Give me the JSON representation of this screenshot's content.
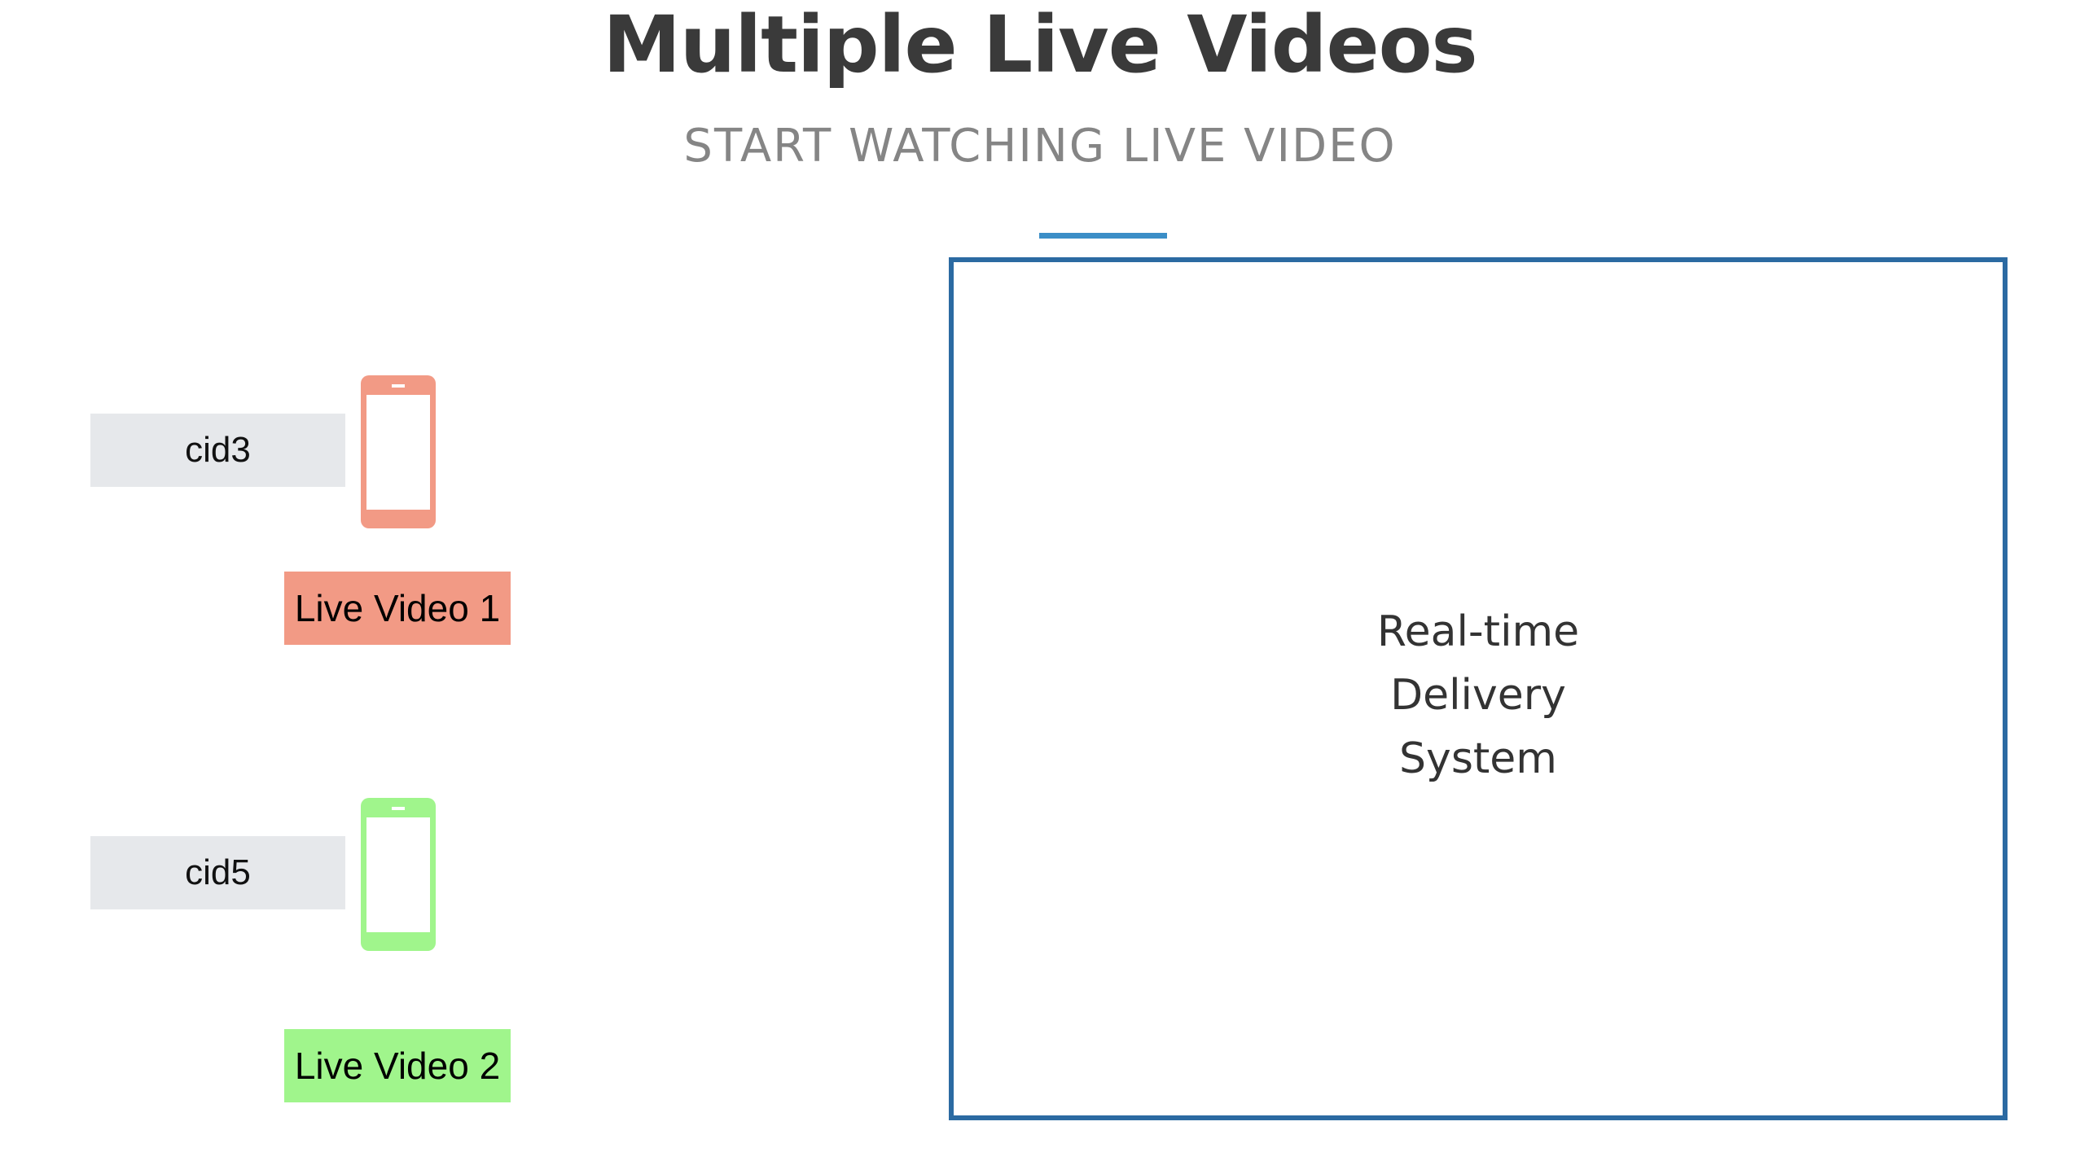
{
  "header": {
    "title": "Multiple Live Videos",
    "subtitle": "START WATCHING LIVE VIDEO"
  },
  "clients": [
    {
      "id_label": "cid3",
      "video_label": "Live Video 1",
      "color": "#f29a85"
    },
    {
      "id_label": "cid5",
      "video_label": "Live Video 2",
      "color": "#a0f58c"
    }
  ],
  "system": {
    "label_lines": [
      "Real-time",
      "Delivery",
      "System"
    ],
    "border_color": "#2b6aa2"
  },
  "colors": {
    "accent": "#3b8ec7",
    "label_bg": "#e6e8eb"
  },
  "icons": {
    "client_device": "phone-icon"
  }
}
